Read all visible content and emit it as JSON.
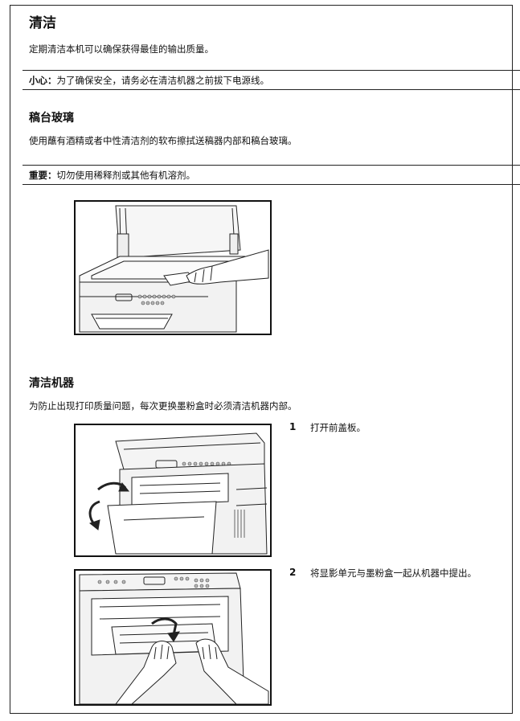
{
  "section_cleaning": {
    "title": "清洁",
    "intro": "定期清洁本机可以确保获得最佳的输出质量。",
    "caution_label": "小心：",
    "caution_text": "为了确保安全，请务必在清洁机器之前拔下电源线。"
  },
  "section_glass": {
    "title": "稿台玻璃",
    "intro": "使用蘸有酒精或者中性清洁剂的软布擦拭送稿器内部和稿台玻璃。",
    "important_label": "重要：",
    "important_text": "切勿使用稀释剂或其他有机溶剂。"
  },
  "section_machine": {
    "title": "清洁机器",
    "intro": "为防止出现打印质量问题，每次更换墨粉盒时必须清洁机器内部。",
    "steps": [
      {
        "num": "1",
        "text": "打开前盖板。"
      },
      {
        "num": "2",
        "text": "将显影单元与墨粉盒一起从机器中提出。"
      }
    ]
  }
}
